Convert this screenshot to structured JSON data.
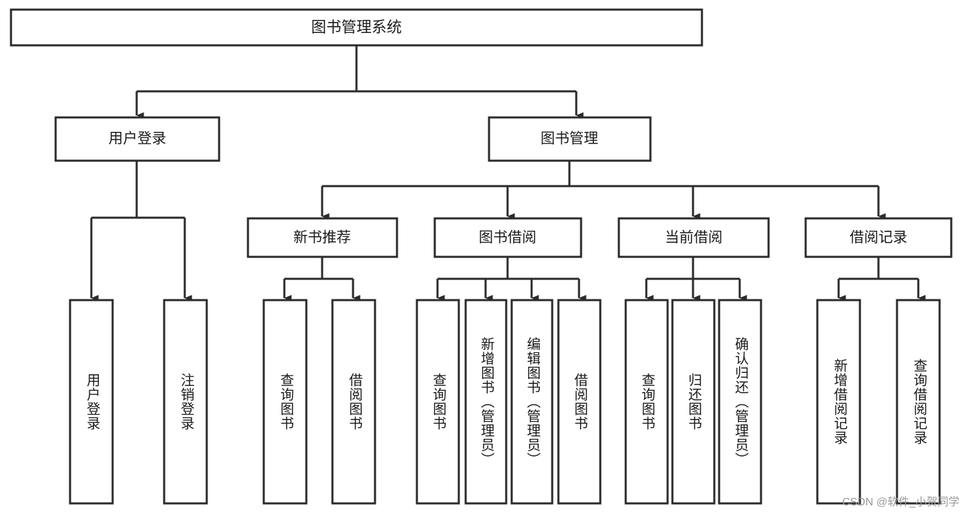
{
  "diagram": {
    "type": "tree-hierarchy-chart",
    "title": "图书管理系统",
    "orientation": "top-down",
    "arrow_style": "filled-triangle",
    "colors": {
      "box_fill": "#ffffff",
      "box_stroke": "#2b2b2b",
      "text": "#1b1b1b",
      "watermark": "#9a9a9a",
      "background": "#ffffff"
    },
    "root": {
      "id": "root",
      "label": "图书管理系统"
    },
    "level2": [
      {
        "id": "user-login",
        "label": "用户登录"
      },
      {
        "id": "book-manage",
        "label": "图书管理"
      }
    ],
    "level3": [
      {
        "id": "new-book-recommend",
        "label": "新书推荐",
        "parent": "book-manage"
      },
      {
        "id": "book-borrow",
        "label": "图书借阅",
        "parent": "book-manage"
      },
      {
        "id": "current-borrow",
        "label": "当前借阅",
        "parent": "book-manage"
      },
      {
        "id": "borrow-record",
        "label": "借阅记录",
        "parent": "book-manage"
      }
    ],
    "leaves": {
      "user-login": [
        {
          "id": "leaf-user-login",
          "label": "用户登录"
        },
        {
          "id": "leaf-user-logout",
          "label": "注销登录"
        }
      ],
      "new-book-recommend": [
        {
          "id": "leaf-query-book-1",
          "label": "查询图书"
        },
        {
          "id": "leaf-borrow-book-1",
          "label": "借阅图书"
        }
      ],
      "book-borrow": [
        {
          "id": "leaf-query-book-2",
          "label": "查询图书"
        },
        {
          "id": "leaf-add-book",
          "label": "新增图书（管理员）"
        },
        {
          "id": "leaf-edit-book",
          "label": "编辑图书（管理员）"
        },
        {
          "id": "leaf-borrow-book-2",
          "label": "借阅图书"
        }
      ],
      "current-borrow": [
        {
          "id": "leaf-query-book-3",
          "label": "查询图书"
        },
        {
          "id": "leaf-return-book",
          "label": "归还图书"
        },
        {
          "id": "leaf-confirm-return",
          "label": "确认归还（管理员）"
        }
      ],
      "borrow-record": [
        {
          "id": "leaf-add-record",
          "label": "新增借阅记录"
        },
        {
          "id": "leaf-query-record",
          "label": "查询借阅记录"
        }
      ]
    }
  },
  "watermark": {
    "text": "CSDN @软件_小贺同学"
  }
}
